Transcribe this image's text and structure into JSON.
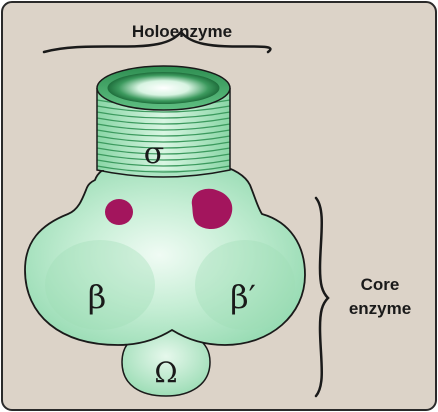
{
  "diagram": {
    "title": "Holoenzyme",
    "sigma_label": "σ",
    "beta_label": "β",
    "beta_prime_label": "β′",
    "omega_label": "Ω",
    "core_label_line1": "Core",
    "core_label_line2": "enzyme"
  },
  "colors": {
    "background": "#dcd3c8",
    "border": "#2a2a2a",
    "body_fill": "#a8e2bf",
    "body_light": "#e8f8ee",
    "body_edge": "#7fcf9f",
    "ring_dark": "#2d8a4e",
    "ring_light": "#bfefd0",
    "spot": "#a3155d",
    "text": "#1a1a1a"
  }
}
